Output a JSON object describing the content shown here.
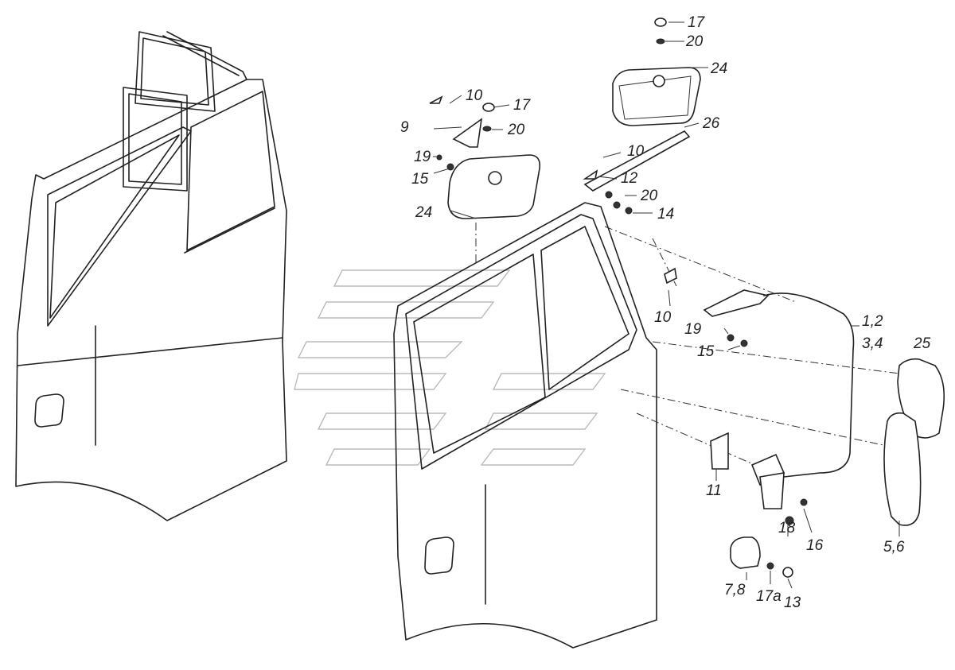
{
  "diagram": {
    "title": "Door rear-view mirrors assembly (exploded view)",
    "callouts": {
      "c17_top": "17",
      "c20_top": "20",
      "c24_top": "24",
      "c26": "26",
      "c10_a": "10",
      "c17_mid": "17",
      "c9": "9",
      "c20_mid": "20",
      "c19_a": "19",
      "c15_a": "15",
      "c24_mid": "24",
      "c10_b": "10",
      "c12": "12",
      "c20_b": "20",
      "c14": "14",
      "c10_c": "10",
      "c19_b": "19",
      "c15_b": "15",
      "c12_34_a": "1,2",
      "c12_34_b": "3,4",
      "c25": "25",
      "c11": "11",
      "c18": "18",
      "c16": "16",
      "c56": "5,6",
      "c78": "7,8",
      "c17a": "17а",
      "c13": "13"
    }
  }
}
